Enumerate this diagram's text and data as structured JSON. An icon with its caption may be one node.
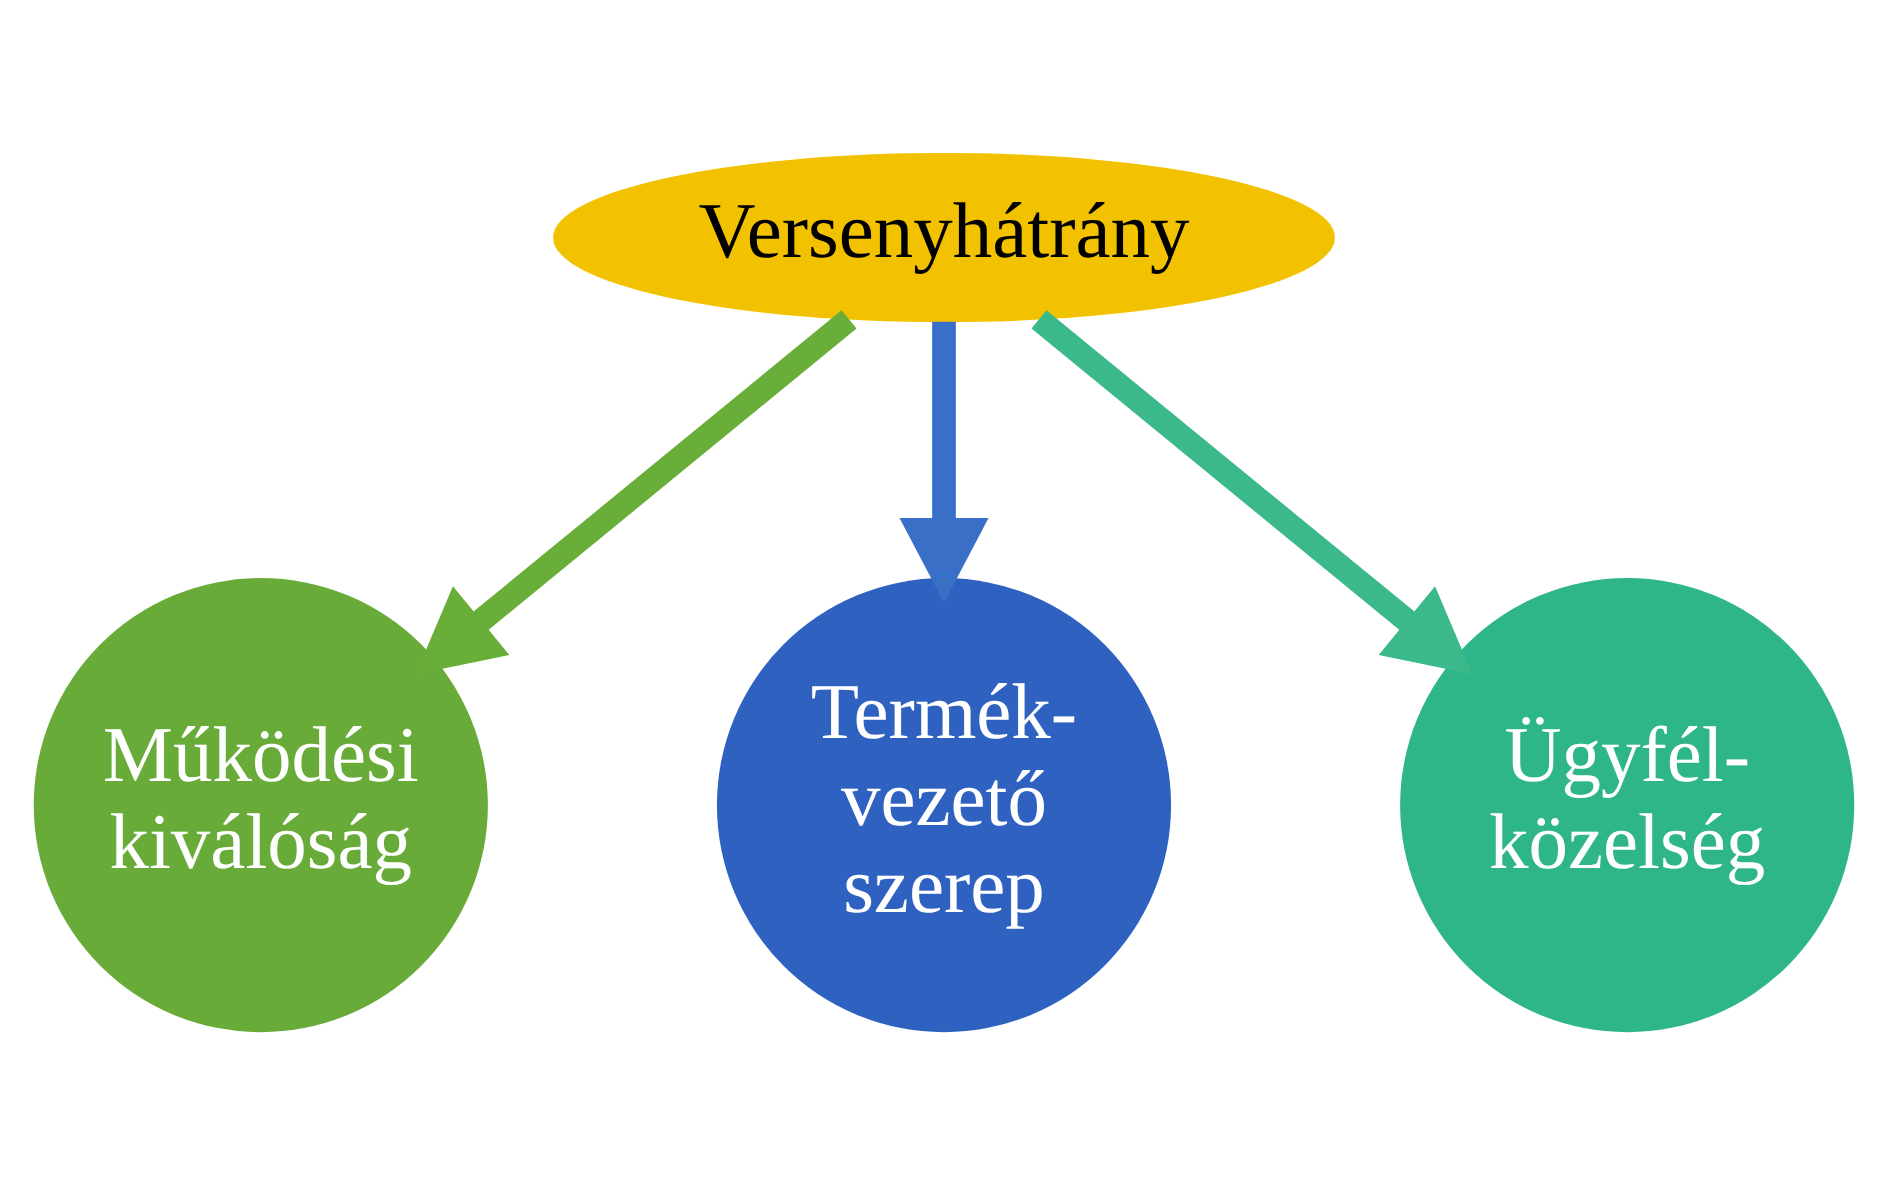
{
  "diagram": {
    "nodes": [
      {
        "text": [
          "Versenyhátrány"
        ]
      },
      {
        "text": [
          "Termék- vezető szerep"
        ]
      },
      {
        "text": [
          "Működési kiválóság"
        ]
      },
      {
        "text": [
          "Ügyfél- közelség"
        ]
      }
    ],
    "edges": [
      {
        "from": 0,
        "to": 1,
        "arrow": "to",
        "color": "#3a6fc8"
      },
      {
        "from": 0,
        "to": 2,
        "arrow": "to",
        "color": "#6aae3a"
      },
      {
        "from": 0,
        "to": 3,
        "arrow": "to",
        "color": "#3cb98a"
      }
    ]
  }
}
